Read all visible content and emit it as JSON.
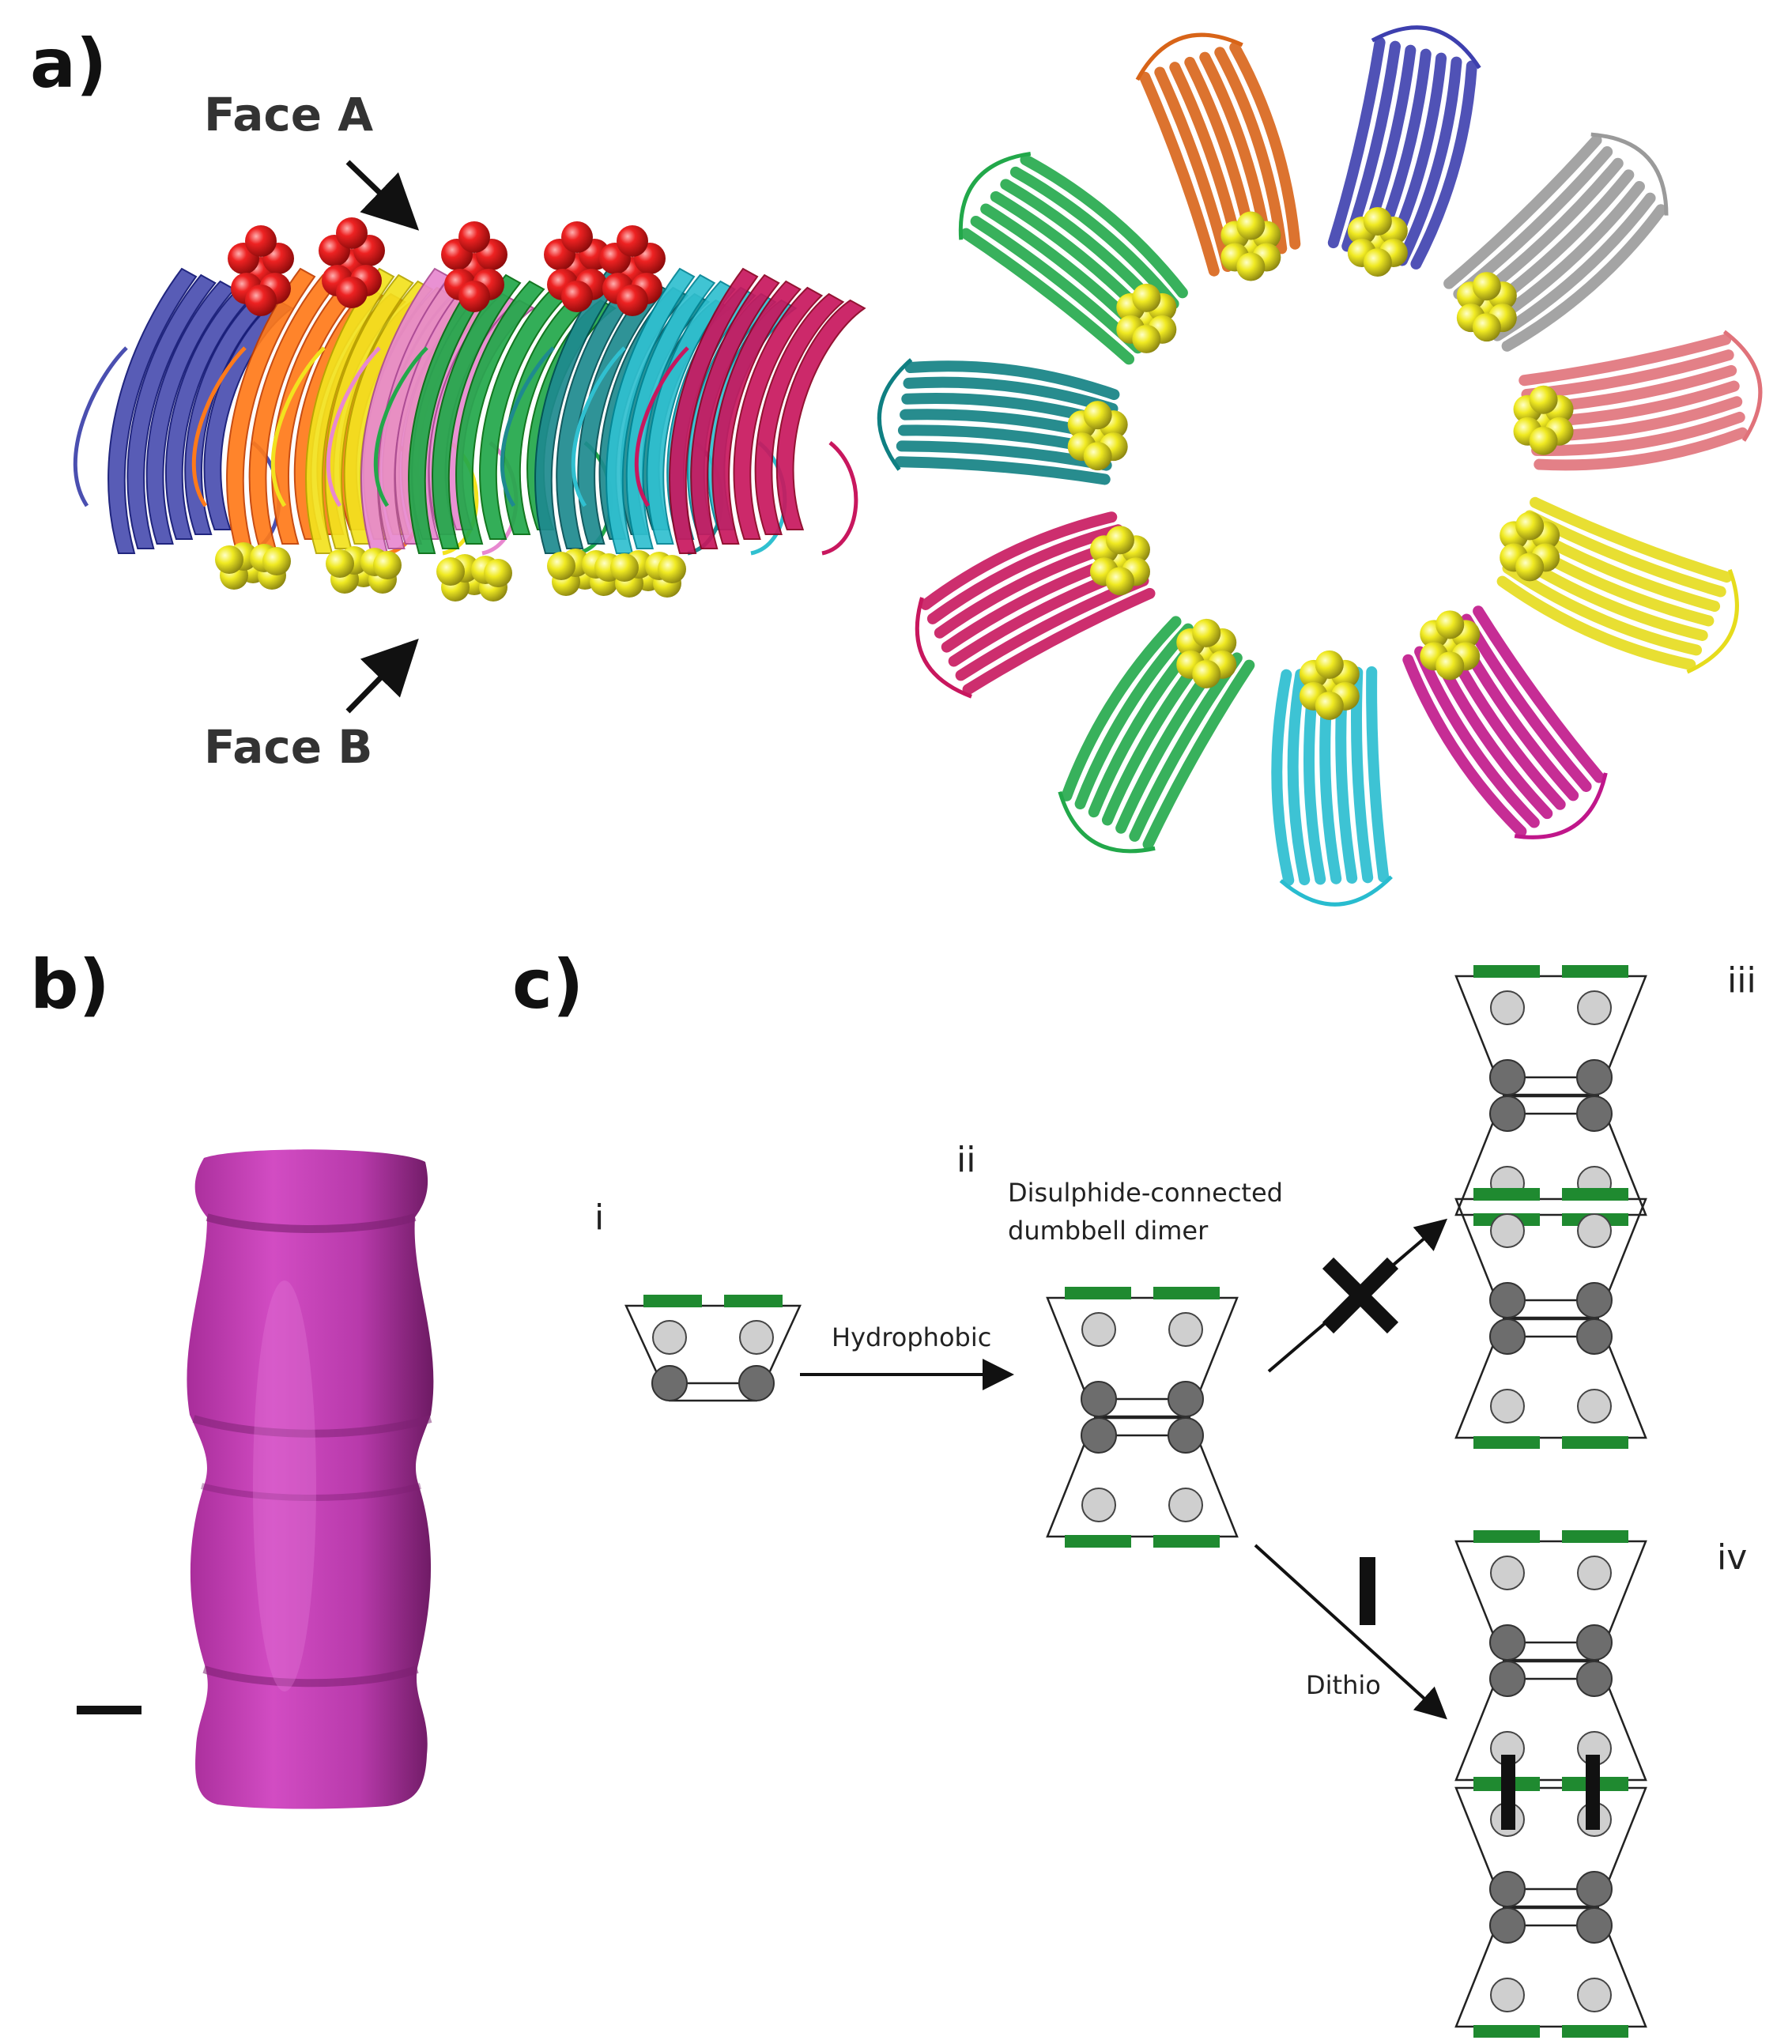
{
  "panel_a": {
    "letter": "a)",
    "face_a_label": "Face A",
    "face_b_label": "Face B",
    "side_view_colors": [
      "#4a4fb0",
      "#ff7a1a",
      "#f2e21e",
      "#e888d0",
      "#22a84a",
      "#1e8a8f",
      "#30c0d0",
      "#c8175e"
    ],
    "top_view_colors": [
      "#d86418",
      "#22a84a",
      "#0f7f82",
      "#c8175e",
      "#22a84a",
      "#28bccf",
      "#c0168a",
      "#e6dc1c",
      "#e0727a",
      "#9a9a9a",
      "#3d3fae"
    ],
    "face_a_sphere_color": "#e8161c",
    "face_b_sphere_color": "#e6e21a"
  },
  "panel_b": {
    "letter": "b)",
    "tube_color": "#c43ab3"
  },
  "panel_c": {
    "letter": "c)",
    "stage_i": "i",
    "stage_ii": "ii",
    "stage_iii": "iii",
    "stage_iv": "iv",
    "caption_line1": "Disulphide-connected",
    "caption_line2": "dumbbell dimer",
    "hydrophobic_label": "Hydrophobic",
    "dithio_label": "Dithio",
    "green_pad_color": "#1f8a30",
    "light_circle_color": "#cfcfcf",
    "dark_circle_color": "#6d6d6d"
  }
}
